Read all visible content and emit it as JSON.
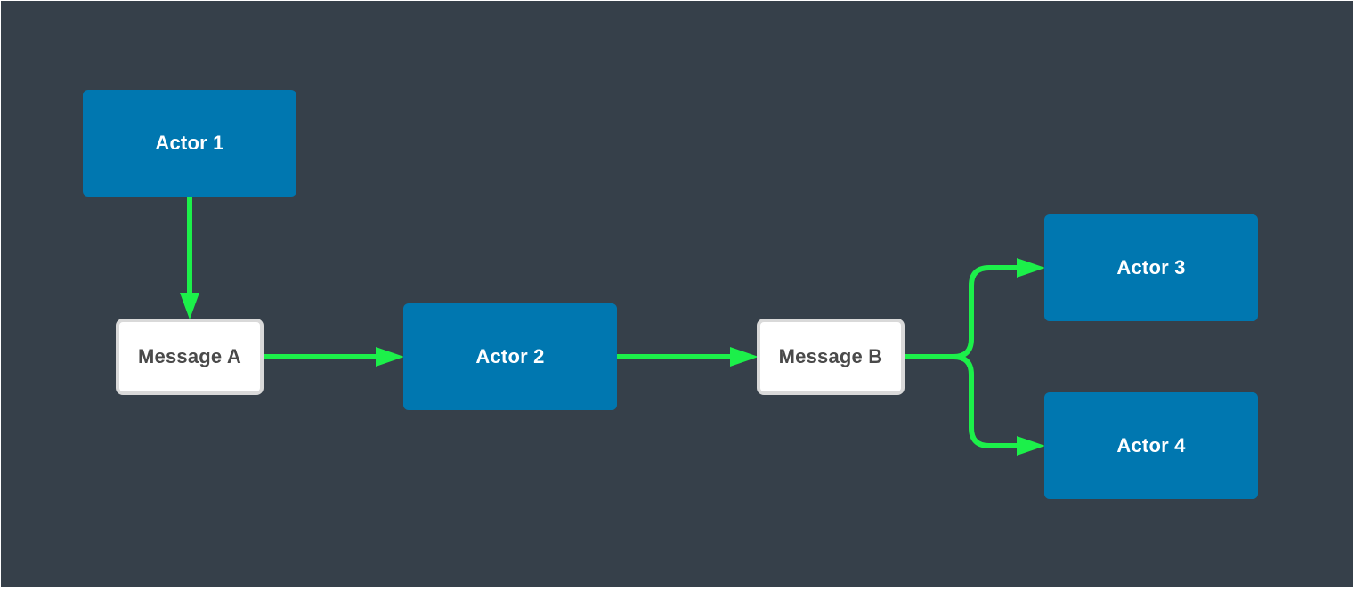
{
  "nodes": {
    "actor_1": "Actor 1",
    "actor_2": "Actor 2",
    "actor_3": "Actor 3",
    "actor_4": "Actor 4",
    "message_a": "Message A",
    "message_b": "Message B"
  },
  "edges": [
    {
      "from": "actor_1",
      "to": "message_a"
    },
    {
      "from": "message_a",
      "to": "actor_2"
    },
    {
      "from": "actor_2",
      "to": "message_b"
    },
    {
      "from": "message_b",
      "to": "actor_3"
    },
    {
      "from": "message_b",
      "to": "actor_4"
    }
  ],
  "colors": {
    "background": "#36404a",
    "actor_fill": "#0077b0",
    "actor_text": "#ffffff",
    "message_fill": "#ffffff",
    "message_border": "#d9d9d9",
    "message_text": "#4a4a4a",
    "connector": "#1cf04a"
  }
}
